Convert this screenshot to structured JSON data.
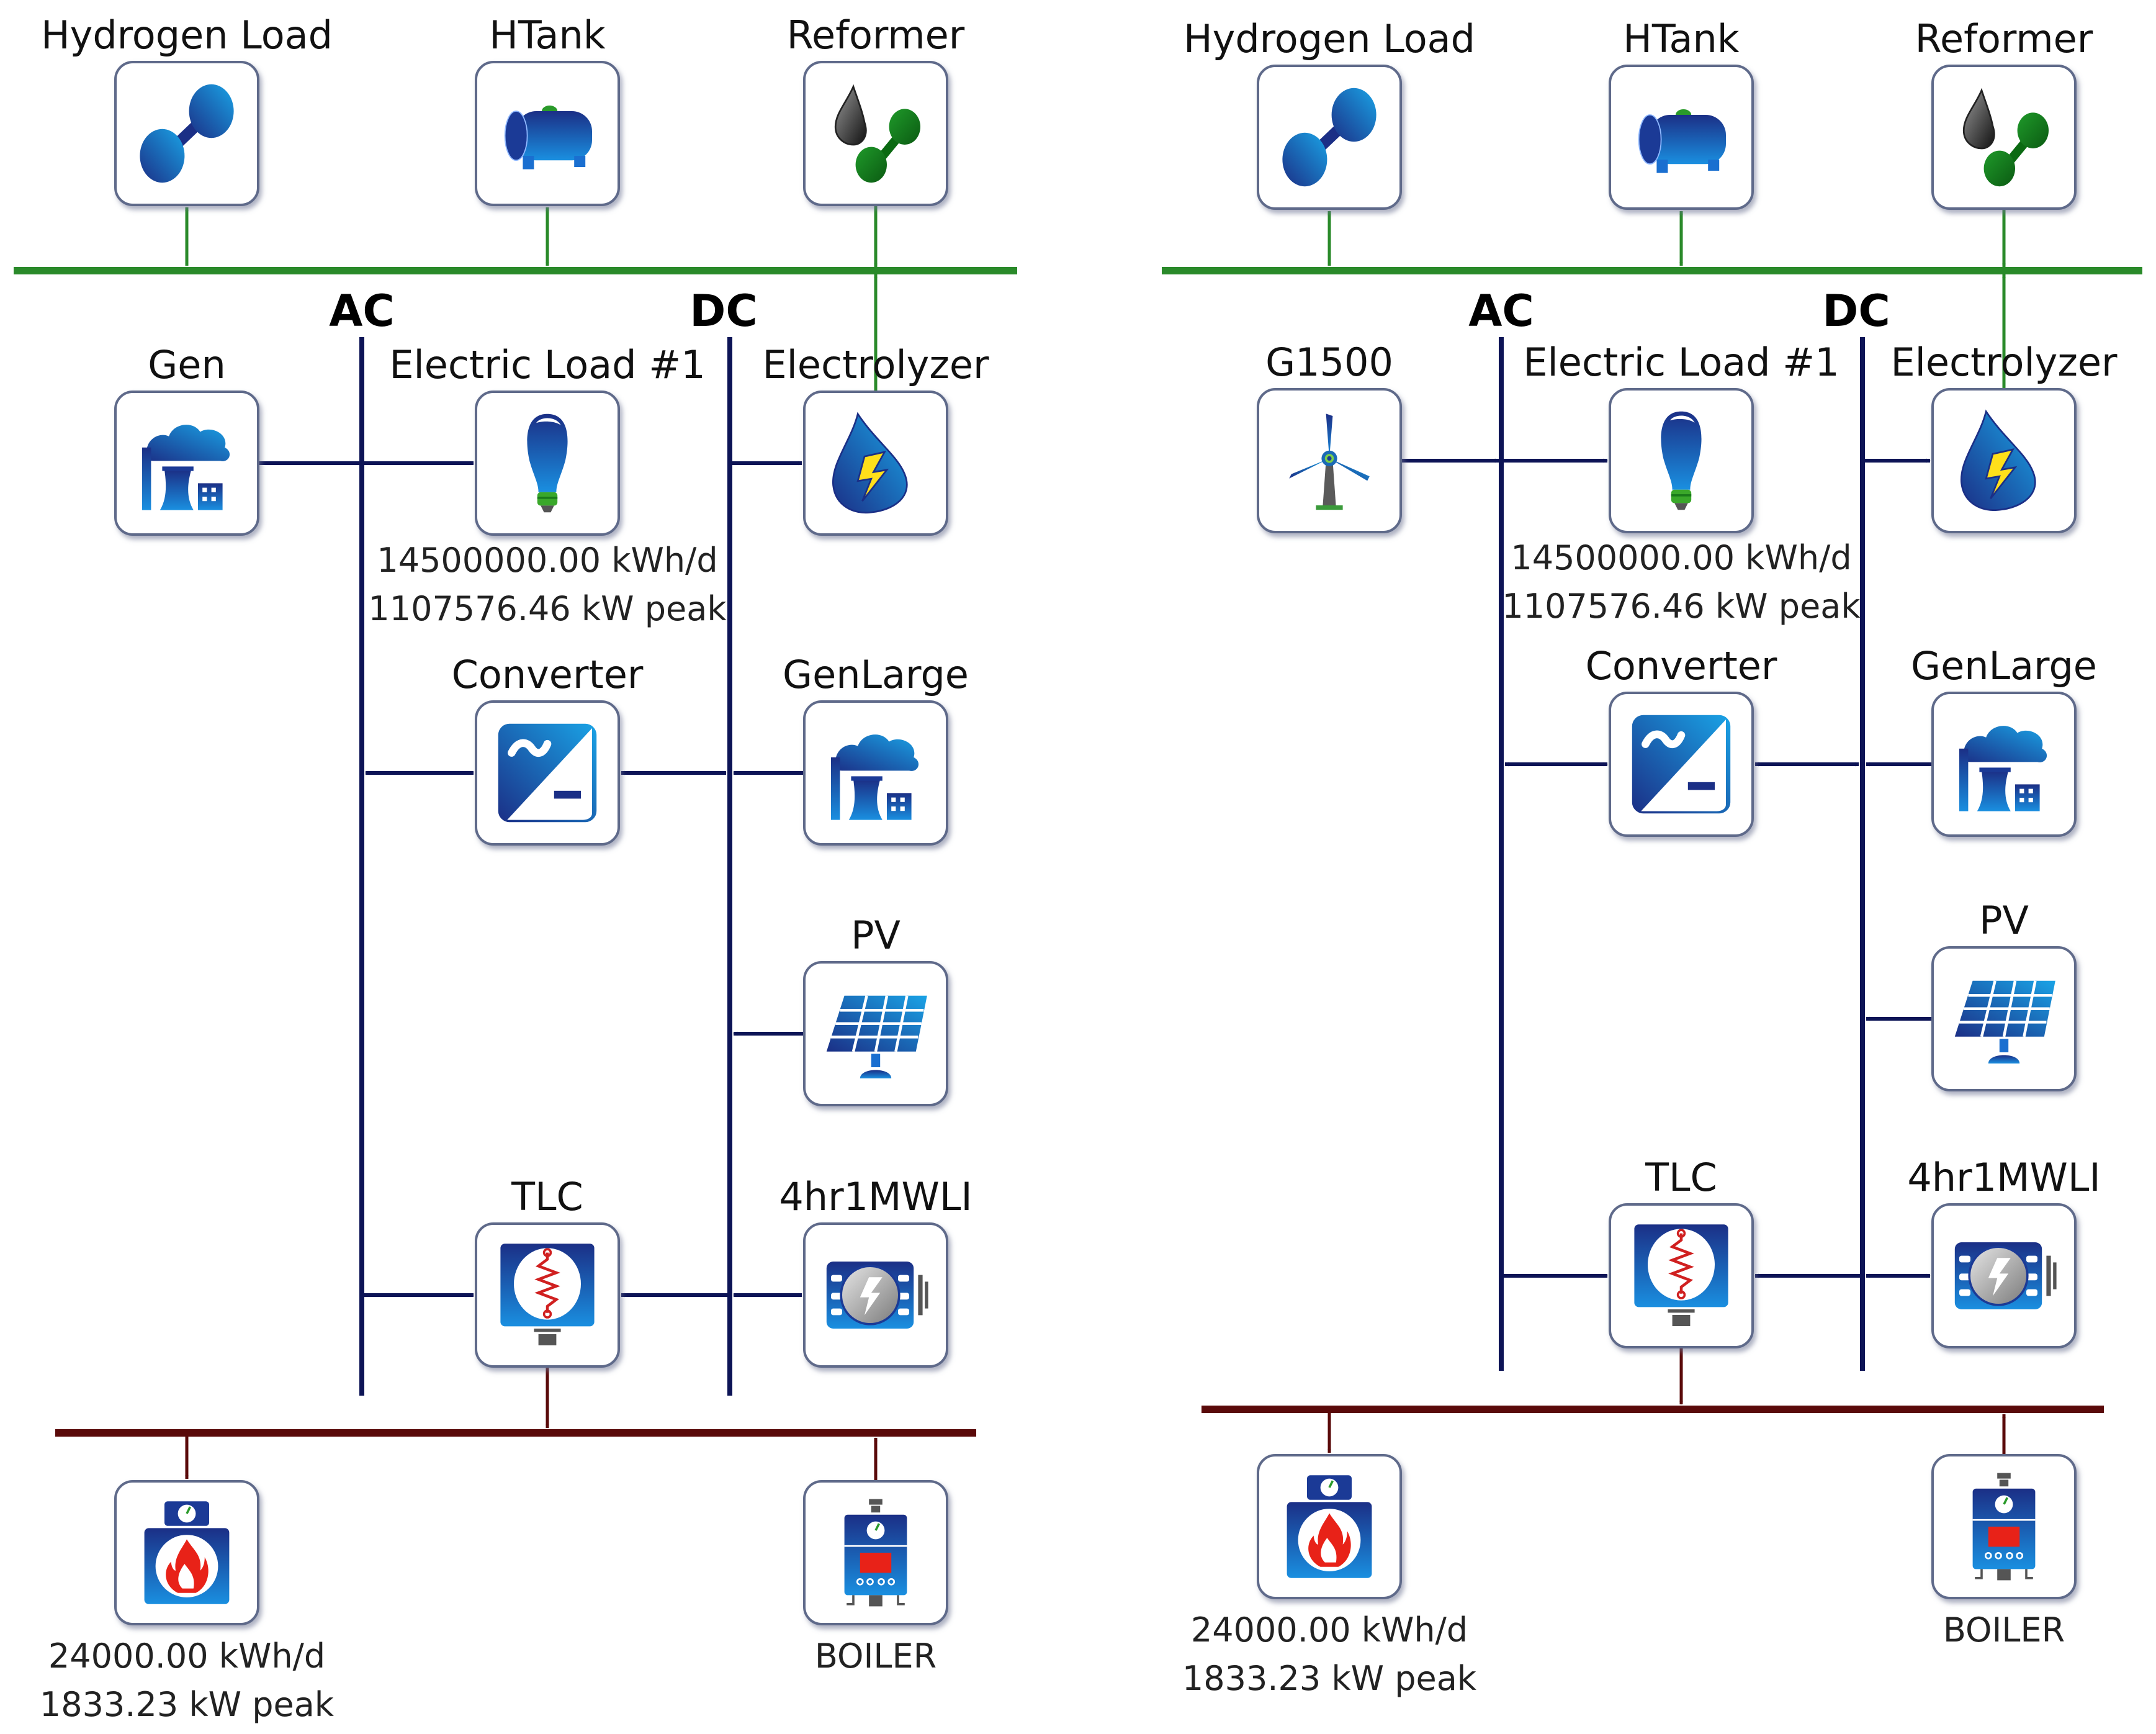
{
  "colors": {
    "hydrogen_bus": "#2a8a2a",
    "electric_bus": "#0d1456",
    "thermal_bus": "#5a0a0a",
    "box_border": "#5f6a8a"
  },
  "bus_labels": {
    "ac": "AC",
    "dc": "DC"
  },
  "diagrams": [
    {
      "name": "left",
      "components": {
        "hydrogen_load": {
          "label": "Hydrogen Load",
          "icon": "hydrogen-molecule-icon"
        },
        "htank": {
          "label": "HTank",
          "icon": "hydrogen-tank-icon"
        },
        "reformer": {
          "label": "Reformer",
          "icon": "reformer-icon"
        },
        "generator": {
          "label": "Gen",
          "icon": "power-plant-icon"
        },
        "electric_load": {
          "label": "Electric Load #1",
          "icon": "light-bulb-icon",
          "value1": "14500000.00 kWh/d",
          "value2": "1107576.46 kW peak"
        },
        "electrolyzer": {
          "label": "Electrolyzer",
          "icon": "electrolyzer-icon"
        },
        "converter": {
          "label": "Converter",
          "icon": "converter-icon"
        },
        "genlarge": {
          "label": "GenLarge",
          "icon": "power-plant-icon"
        },
        "pv": {
          "label": "PV",
          "icon": "solar-panel-icon"
        },
        "tlc": {
          "label": "TLC",
          "icon": "thermal-load-controller-icon"
        },
        "battery": {
          "label": "4hr1MWLI",
          "icon": "battery-icon"
        },
        "thermal_load": {
          "label": "",
          "icon": "thermal-load-icon",
          "value1": "24000.00 kWh/d",
          "value2": "1833.23 kW peak"
        },
        "boiler": {
          "label": "BOILER",
          "icon": "boiler-icon"
        }
      }
    },
    {
      "name": "right",
      "components": {
        "hydrogen_load": {
          "label": "Hydrogen Load",
          "icon": "hydrogen-molecule-icon"
        },
        "htank": {
          "label": "HTank",
          "icon": "hydrogen-tank-icon"
        },
        "reformer": {
          "label": "Reformer",
          "icon": "reformer-icon"
        },
        "generator": {
          "label": "G1500",
          "icon": "wind-turbine-icon"
        },
        "electric_load": {
          "label": "Electric Load #1",
          "icon": "light-bulb-icon",
          "value1": "14500000.00 kWh/d",
          "value2": "1107576.46 kW peak"
        },
        "electrolyzer": {
          "label": "Electrolyzer",
          "icon": "electrolyzer-icon"
        },
        "converter": {
          "label": "Converter",
          "icon": "converter-icon"
        },
        "genlarge": {
          "label": "GenLarge",
          "icon": "power-plant-icon"
        },
        "pv": {
          "label": "PV",
          "icon": "solar-panel-icon"
        },
        "tlc": {
          "label": "TLC",
          "icon": "thermal-load-controller-icon"
        },
        "battery": {
          "label": "4hr1MWLI",
          "icon": "battery-icon"
        },
        "thermal_load": {
          "label": "",
          "icon": "thermal-load-icon",
          "value1": "24000.00 kWh/d",
          "value2": "1833.23 kW peak"
        },
        "boiler": {
          "label": "BOILER",
          "icon": "boiler-icon"
        }
      }
    }
  ]
}
